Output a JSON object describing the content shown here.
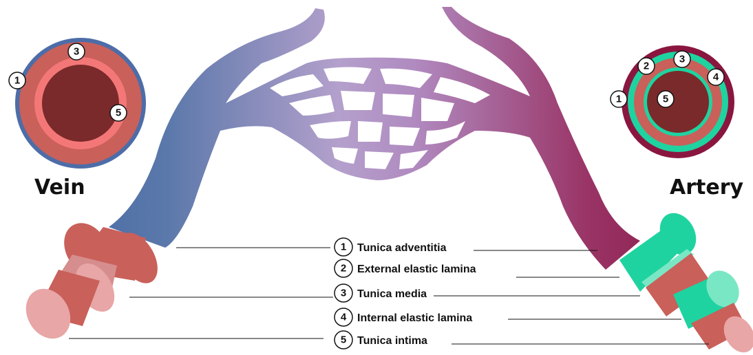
{
  "titles": {
    "vein": "Vein",
    "artery": "Artery"
  },
  "layers": [
    {
      "number": "1",
      "name": "Tunica adventitia"
    },
    {
      "number": "2",
      "name": "External elastic lamina"
    },
    {
      "number": "3",
      "name": "Tunica media"
    },
    {
      "number": "4",
      "name": "Internal elastic lamina"
    },
    {
      "number": "5",
      "name": "Tunica intima"
    }
  ],
  "vein_markers": [
    "1",
    "3",
    "5"
  ],
  "artery_markers": [
    "1",
    "2",
    "3",
    "4",
    "5"
  ],
  "colors": {
    "vein_blue": "#4d6da8",
    "artery_red": "#8a1640",
    "capillary": "#b89ccc",
    "media": "#c9605a",
    "intima_vein": "#f47777",
    "lumen": "#7a2a2a",
    "elastic_lamina": "#1fd3a0",
    "cut_face": "#e8a6a6"
  }
}
